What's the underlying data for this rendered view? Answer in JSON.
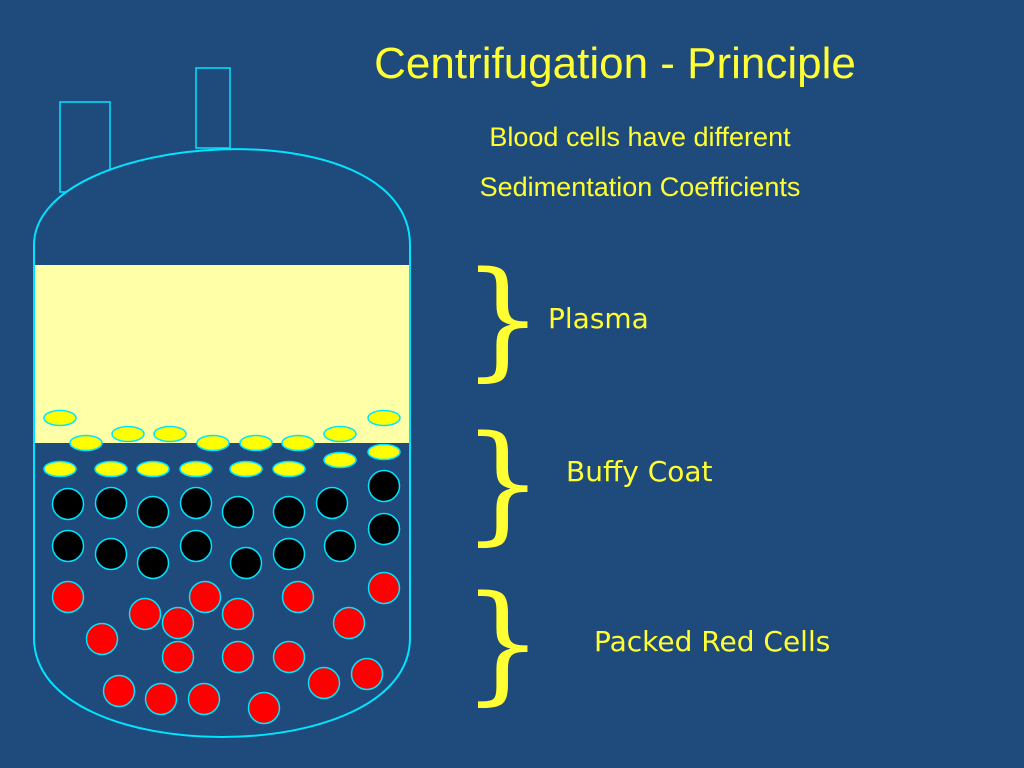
{
  "slide": {
    "title": "Centrifugation - Principle",
    "subtitle_line1": "Blood cells have different",
    "subtitle_line2": "Sedimentation Coefficients"
  },
  "layers": [
    {
      "id": "plasma",
      "label": "Plasma",
      "color": "#ffffa8"
    },
    {
      "id": "buffy",
      "label": "Buffy Coat",
      "color": "#ffff00"
    },
    {
      "id": "red",
      "label": "Packed Red Cells",
      "color": "#ff0000"
    }
  ],
  "colors": {
    "background": "#1f4a7c",
    "text": "#ffff33",
    "outline": "#00e5ff",
    "plasma": "#ffffa8",
    "platelet": "#ffff00",
    "white_cell": "#000000",
    "red_cell": "#ff0000"
  }
}
